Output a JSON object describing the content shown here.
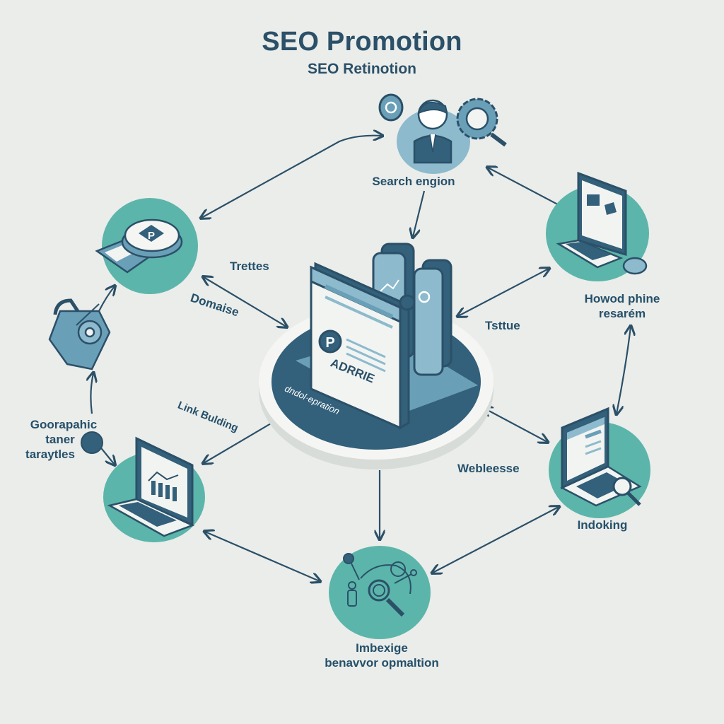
{
  "header": {
    "title": "SEO Promotion",
    "subtitle": "SEO Retinotion"
  },
  "center": {
    "page_label": "ADRRIE",
    "page_badge": "P",
    "platform_label": "dndol·epration"
  },
  "nodes": [
    {
      "id": "search-engine",
      "label": "Search engion",
      "icon": "person-with-gear-magnifier-icon"
    },
    {
      "id": "p-device",
      "label": "",
      "icon": "p-badge-device-icon"
    },
    {
      "id": "laptop-research",
      "label_line1": "Howod phine",
      "label_line2": "resarém",
      "icon": "laptop-document-icon"
    },
    {
      "id": "bag",
      "label": "",
      "icon": "bag-gear-icon"
    },
    {
      "id": "laptop-chart",
      "label": "",
      "icon": "laptop-bar-chart-icon"
    },
    {
      "id": "laptop-indexing",
      "label": "Indoking",
      "icon": "laptop-magnifier-icon"
    },
    {
      "id": "behavior",
      "label_line1": "Imbexige",
      "label_line2": "benavvor opmaltion",
      "icon": "network-magnifier-icon"
    }
  ],
  "edge_labels": {
    "trettes": "Trettes",
    "domaise": "Domaise",
    "tsttue": "Tsttue",
    "link_building": "Link Bulding",
    "webleesse": "Webleesse",
    "geographic_line1": "Goorapahic",
    "geographic_line2": "taner",
    "geographic_line3": "taraytles"
  },
  "colors": {
    "background": "#ebedea",
    "navy": "#2b5068",
    "teal": "#5bb5aa",
    "steel_blue": "#6a9fb8",
    "light_blue": "#8dbacd",
    "dark_navy": "#33607a"
  }
}
